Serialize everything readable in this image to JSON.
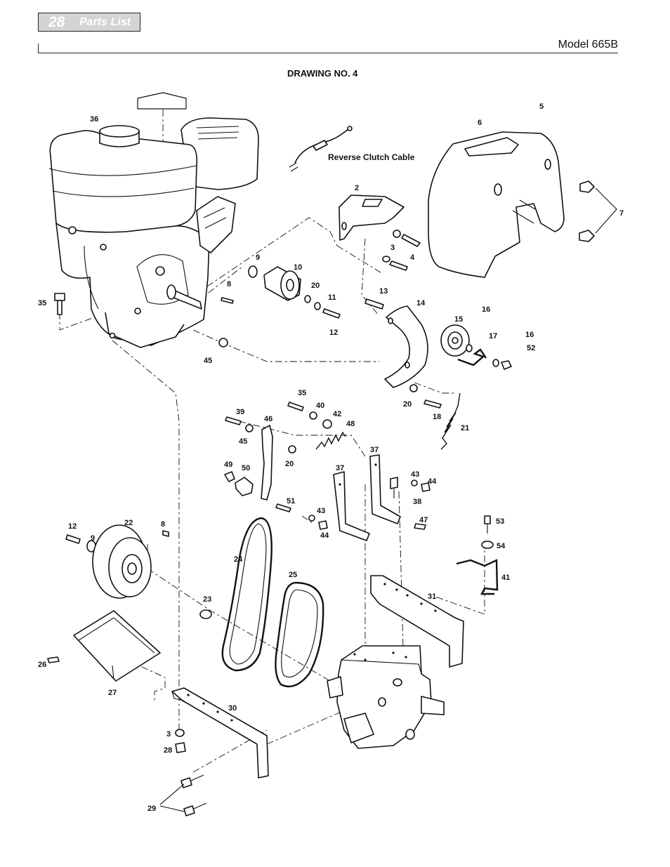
{
  "header": {
    "page_number": "28",
    "section_title": "Parts List",
    "model": "Model 665B"
  },
  "drawing": {
    "title": "DRAWING NO. 4",
    "cable_label": "Reverse Clutch Cable",
    "callouts": {
      "c36": "36",
      "c5": "5",
      "c6": "6",
      "c7": "7",
      "c2": "2",
      "c3a": "3",
      "c4": "4",
      "c9a": "9",
      "c10": "10",
      "c8a": "8",
      "c20a": "20",
      "c11": "11",
      "c12a": "12",
      "c35a": "35",
      "c13": "13",
      "c14": "14",
      "c15": "15",
      "c16a": "16",
      "c17": "17",
      "c16b": "16",
      "c52": "52",
      "c45a": "45",
      "c20b": "20",
      "c18": "18",
      "c21": "21",
      "c35b": "35",
      "c40": "40",
      "c42": "42",
      "c48": "48",
      "c39": "39",
      "c46": "46",
      "c45b": "45",
      "c20c": "20",
      "c37a": "37",
      "c37b": "37",
      "c49": "49",
      "c50": "50",
      "c43a": "43",
      "c44a": "44",
      "c38": "38",
      "c51": "51",
      "c43b": "43",
      "c44b": "44",
      "c47": "47",
      "c12b": "12",
      "c22": "22",
      "c8b": "8",
      "c9b": "9",
      "c53": "53",
      "c54": "54",
      "c41": "41",
      "c24": "24",
      "c25": "25",
      "c31": "31",
      "c23": "23",
      "c26": "26",
      "c27": "27",
      "c30": "30",
      "c3b": "3",
      "c28": "28",
      "c29": "29"
    }
  }
}
